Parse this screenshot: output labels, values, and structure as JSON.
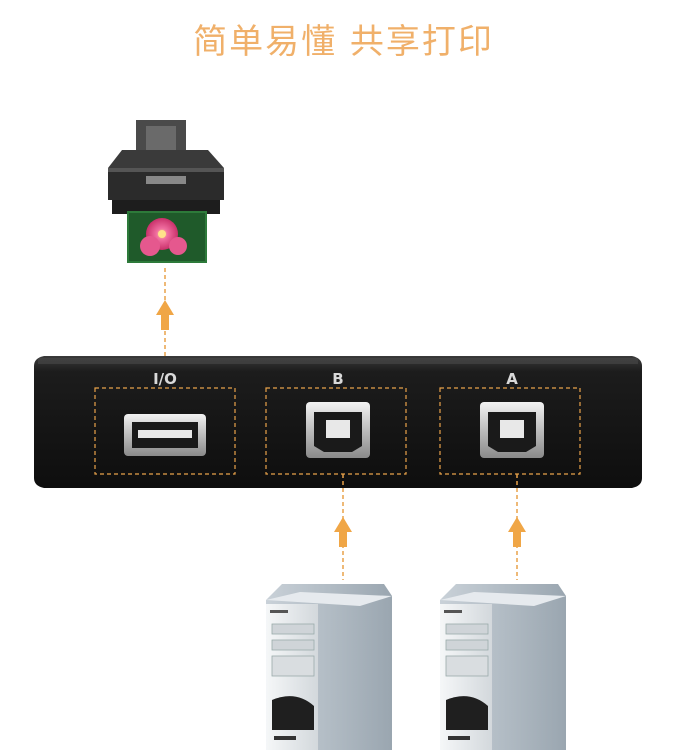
{
  "title": "简单易懂 共享打印",
  "ports": [
    {
      "label": "I/O",
      "type": "USB-A"
    },
    {
      "label": "B",
      "type": "USB-B"
    },
    {
      "label": "A",
      "type": "USB-B"
    }
  ],
  "colors": {
    "accent": "#f0a646",
    "dash": "#e8a24a",
    "switch_body": "#1a1a1a"
  },
  "icons": [
    "printer-icon",
    "computer-tower-icon",
    "computer-tower-icon",
    "arrow-up-icon"
  ]
}
